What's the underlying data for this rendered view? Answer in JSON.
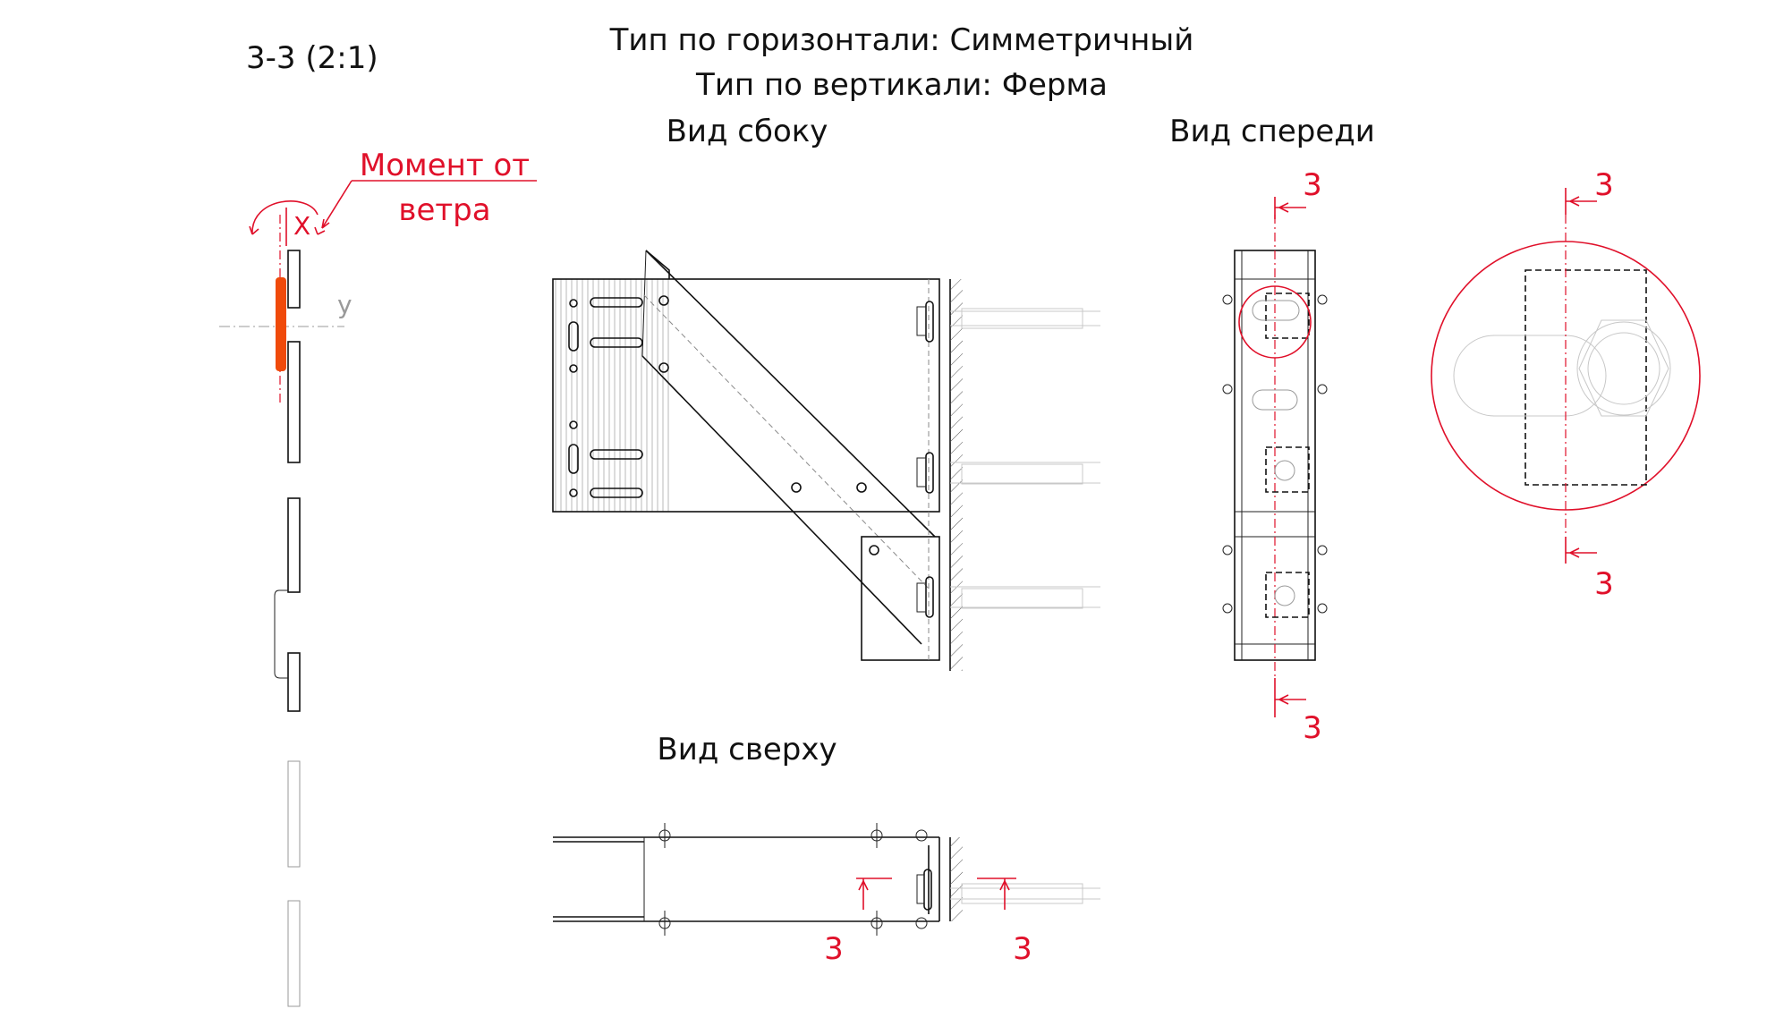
{
  "header": {
    "section_label": "3-3 (2:1)",
    "type_horizontal": "Тип по горизонтали: Симметричный",
    "type_vertical": "Тип по вертикали: Ферма"
  },
  "views": {
    "side": "Вид сбоку",
    "front": "Вид спереди",
    "top": "Вид сверху"
  },
  "annotation": {
    "moment_line1": "Момент от",
    "moment_line2": "ветра",
    "axis_x": "X",
    "axis_y": "y"
  },
  "section_mark": "3",
  "colors": {
    "line": "#111111",
    "annotation": "#e0102a",
    "highlight": "#f04a0a"
  }
}
